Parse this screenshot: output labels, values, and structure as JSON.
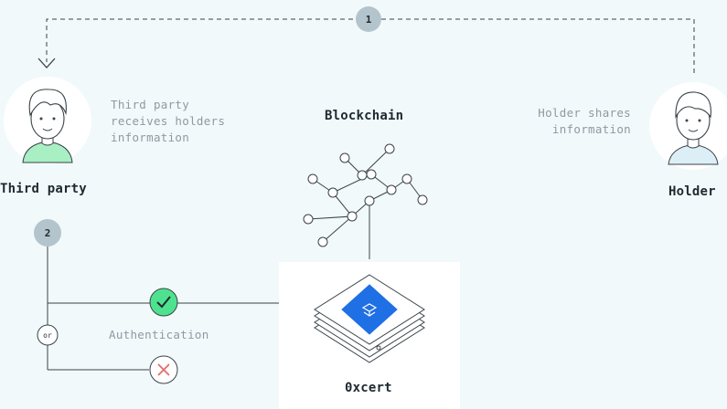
{
  "steps": {
    "step1": "1",
    "step2": "2",
    "or": "or"
  },
  "third_party": {
    "name": "Third party",
    "description": "Third party\nreceives holders\ninformation"
  },
  "holder": {
    "name": "Holder",
    "description": "Holder shares\ninformation"
  },
  "blockchain": {
    "label": "Blockchain"
  },
  "oxcert": {
    "label": "0xcert"
  },
  "authentication": {
    "label": "Authentication"
  },
  "colors": {
    "background": "#f2f9fb",
    "line": "#3a4348",
    "step_badge": "#b3c4cd",
    "success": "#4ee28f",
    "failure": "#e36d6d",
    "brand_blue": "#1f6fe5",
    "third_party_shirt": "#a8efc4",
    "holder_shirt": "#ddeff6"
  }
}
